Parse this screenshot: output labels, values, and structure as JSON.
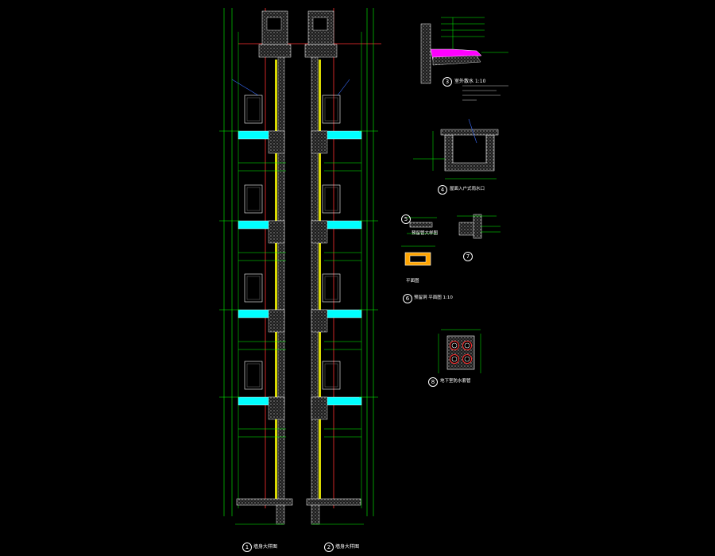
{
  "colors": {
    "background": "#000000",
    "axis_line": "#ff3030",
    "dimension_line": "#00ff00",
    "concrete": "#00ffff",
    "hatch": "#ffffff",
    "glass": "#ffff00",
    "waterproof": "#ff00ff",
    "annotation": "#ffffff",
    "leader": "#3a6cff"
  },
  "section_left": {
    "number": "1",
    "title": "墙身大样图"
  },
  "section_right": {
    "number": "2",
    "title": "墙身大样图"
  },
  "detail_3": {
    "number": "3",
    "title": "室外散水 1:10"
  },
  "detail_4": {
    "number": "4",
    "title": "屋面入户式雨水口"
  },
  "detail_5": {
    "number": "5",
    "title": "预留管大样图"
  },
  "detail_6": {
    "number": "6",
    "title": "预留洞 平面图 1:10",
    "plan_label": "平面图"
  },
  "detail_7": {
    "number": "7",
    "title": ""
  },
  "detail_8": {
    "number": "8",
    "title": "地下室防水套管"
  }
}
